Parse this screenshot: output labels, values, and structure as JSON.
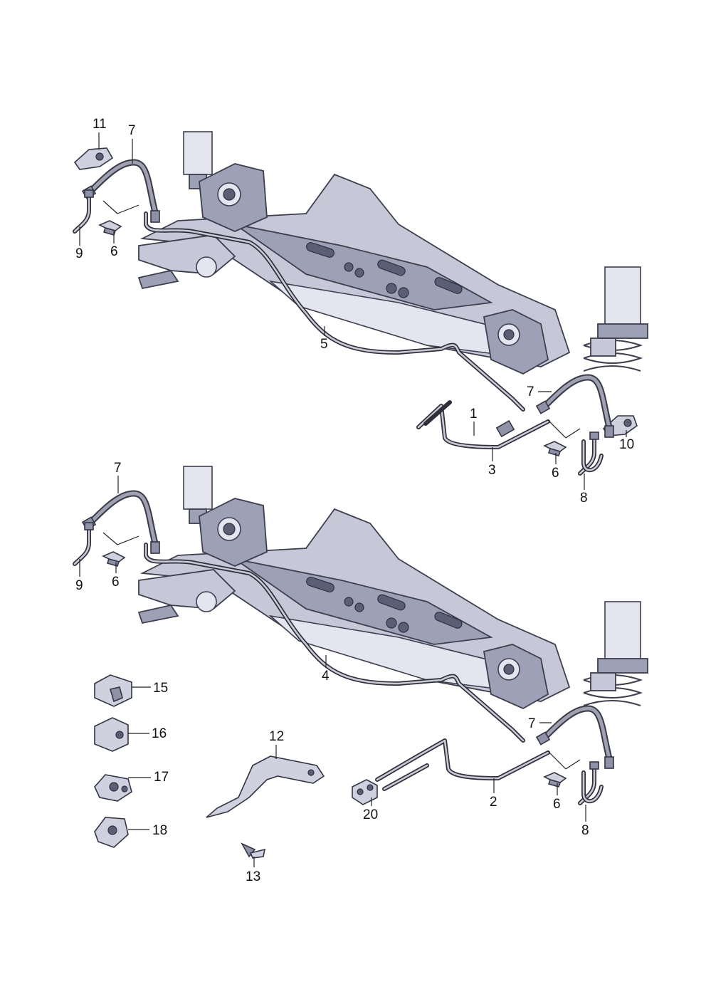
{
  "diagram": {
    "top_assembly": {
      "callouts": {
        "c11": "11",
        "c7a": "7",
        "c9": "9",
        "c6a": "6",
        "c5": "5",
        "c1": "1",
        "c3": "3",
        "c7b": "7",
        "c10": "10",
        "c6b": "6",
        "c8": "8"
      }
    },
    "bottom_assembly": {
      "callouts": {
        "c7a": "7",
        "c9": "9",
        "c6a": "6",
        "c4": "4",
        "c15": "15",
        "c16": "16",
        "c17": "17",
        "c18": "18",
        "c12": "12",
        "c13": "13",
        "c20": "20",
        "c2": "2",
        "c7b": "7",
        "c6b": "6",
        "c8": "8"
      }
    }
  }
}
